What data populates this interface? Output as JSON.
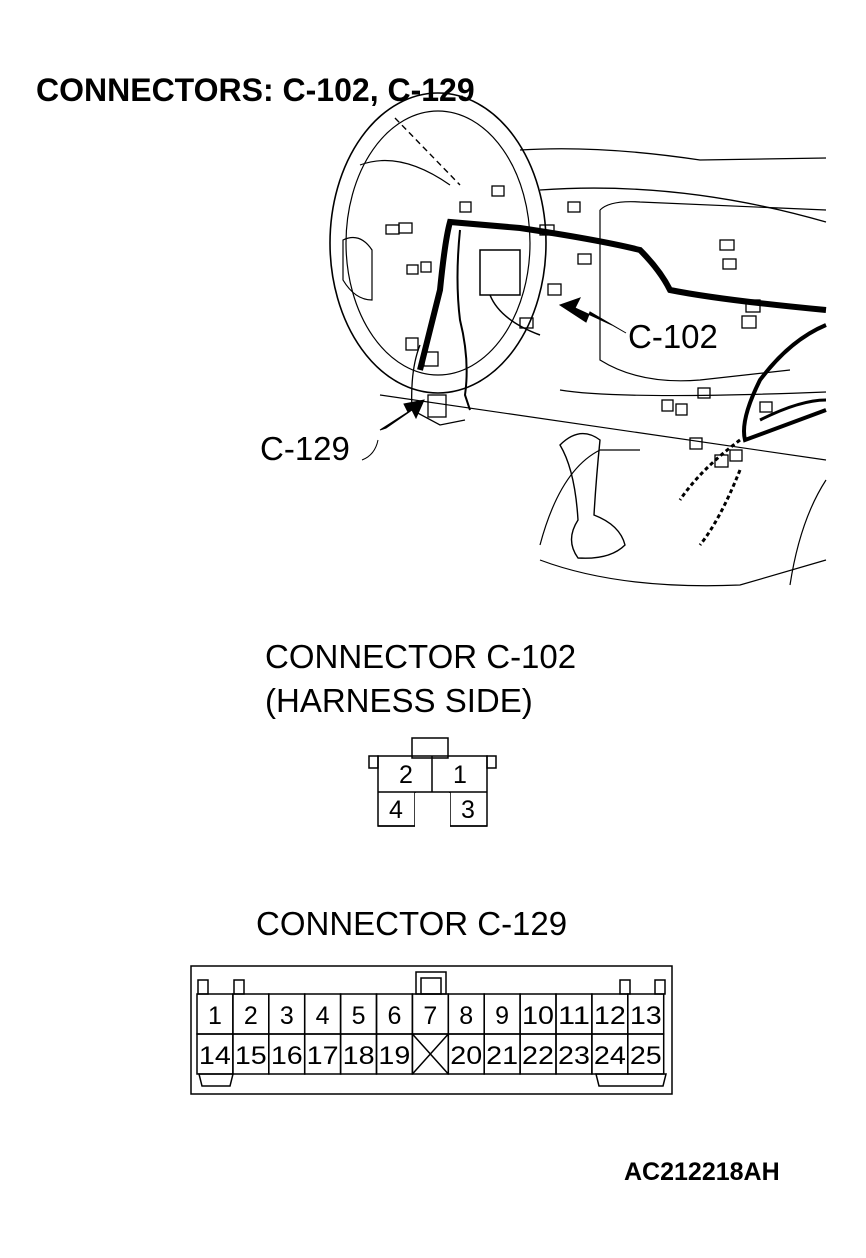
{
  "title": "CONNECTORS: C-102, C-129",
  "illustration": {
    "callouts": {
      "c102": "C-102",
      "c129": "C-129"
    }
  },
  "connector_c102": {
    "title": "CONNECTOR C-102",
    "subtitle": "(HARNESS SIDE)",
    "top_row": [
      "2",
      "1"
    ],
    "bottom_row": [
      "4",
      "3"
    ]
  },
  "connector_c129": {
    "title": "CONNECTOR C-129",
    "top_row": [
      "1",
      "2",
      "3",
      "4",
      "5",
      "6",
      "7",
      "8",
      "9",
      "10",
      "11",
      "12",
      "13"
    ],
    "bottom_row": [
      "14",
      "15",
      "16",
      "17",
      "18",
      "19",
      "",
      "20",
      "21",
      "22",
      "23",
      "24",
      "25"
    ]
  },
  "figure_code": "AC212218AH"
}
